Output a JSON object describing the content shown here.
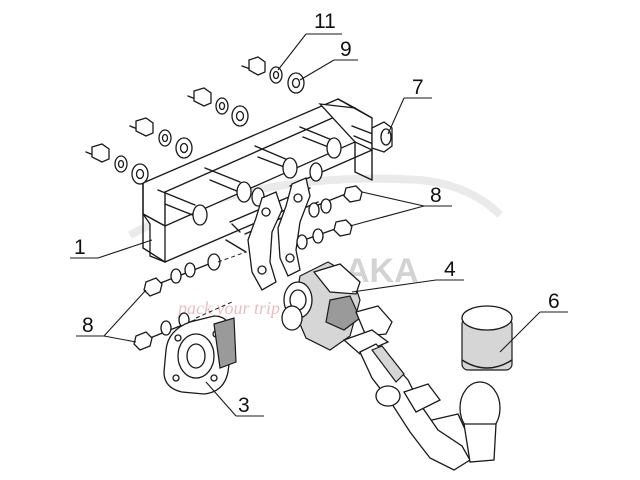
{
  "diagram": {
    "callouts": [
      {
        "id": "c11",
        "label": "11"
      },
      {
        "id": "c9",
        "label": "9"
      },
      {
        "id": "c7",
        "label": "7"
      },
      {
        "id": "c8a",
        "label": "8"
      },
      {
        "id": "c1",
        "label": "1"
      },
      {
        "id": "c4",
        "label": "4"
      },
      {
        "id": "c6",
        "label": "6"
      },
      {
        "id": "c8b",
        "label": "8"
      },
      {
        "id": "c3",
        "label": "3"
      }
    ],
    "watermark": {
      "brand": "AKA",
      "tagline": "pack your trip"
    }
  }
}
